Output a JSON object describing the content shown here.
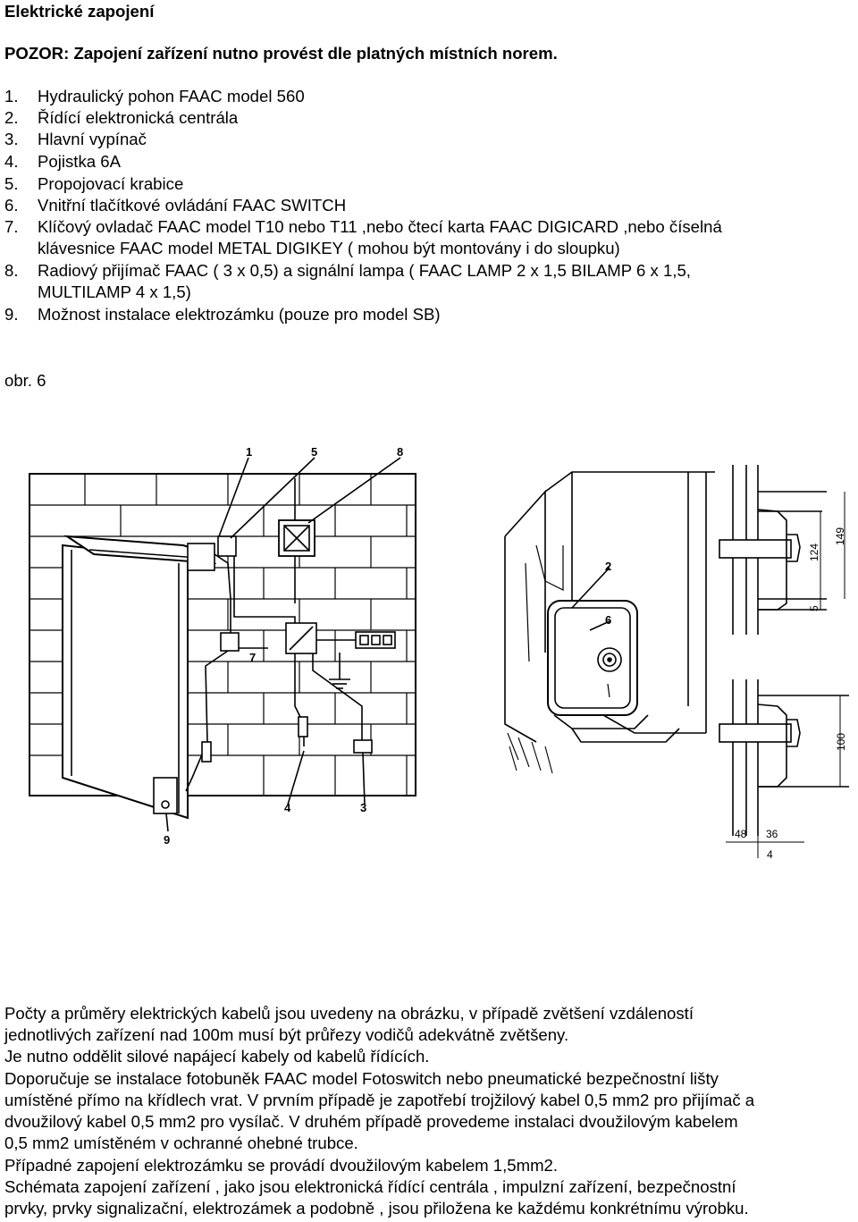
{
  "heading": "Elektrické zapojení",
  "warning": "POZOR: Zapojení zařízení nutno provést dle platných místních norem.",
  "items": [
    {
      "num": "1.",
      "text": "Hydraulický pohon FAAC model 560"
    },
    {
      "num": "2.",
      "text": "Řídící elektronická centrála"
    },
    {
      "num": "3.",
      "text": "Hlavní vypínač"
    },
    {
      "num": "4.",
      "text": "Pojistka 6A"
    },
    {
      "num": "5.",
      "text": "Propojovací krabice"
    },
    {
      "num": "6.",
      "text": "Vnitřní tlačítkové ovládání FAAC SWITCH"
    },
    {
      "num": "7.",
      "text": "Klíčový ovladač FAAC model T10 nebo T11 ,nebo čtecí karta FAAC DIGICARD ,nebo číselná",
      "text2": "klávesnice FAAC model METAL DIGIKEY ( mohou být montovány i do sloupku)"
    },
    {
      "num": "8.",
      "text": "Radiový přijímač FAAC ( 3 x 0,5) a signální lampa ( FAAC LAMP 2 x 1,5 BILAMP 6 x 1,5,",
      "text2": "MULTILAMP 4 x 1,5)"
    },
    {
      "num": "9.",
      "text": "Možnost instalace elektrozámku (pouze pro model SB)"
    }
  ],
  "figure_label": "obr. 6",
  "diagram_labels": {
    "l1": "1",
    "l5": "5",
    "l8": "8",
    "l2": "2",
    "l6": "6",
    "l7": "7",
    "l4": "4",
    "l3": "3",
    "l9": "9"
  },
  "dimensions": {
    "d149": "149",
    "d124": "124",
    "d5": "5",
    "d100": "100",
    "d48": "48",
    "d36": "36",
    "d4": "4"
  },
  "paragraphs": [
    "Počty a průměry elektrických kabelů jsou uvedeny na obrázku, v případě zvětšení vzdáleností",
    "jednotlivých zařízení nad 100m musí být průřezy vodičů adekvátně zvětšeny.",
    "Je nutno oddělit silové napájecí kabely od kabelů řídících.",
    "Doporučuje se instalace fotobuněk FAAC model Fotoswitch nebo pneumatické bezpečnostní lišty",
    "umístěné přímo na křídlech vrat. V prvním případě je zapotřebí trojžilový kabel 0,5 mm2 pro přijímač a",
    "dvoužilový kabel 0,5 mm2 pro vysílač. V druhém případě provedeme instalaci dvoužilovým  kabelem",
    "0,5 mm2 umístěném v ochranné ohebné trubce.",
    "Případné zapojení elektrozámku se provádí dvoužilovým kabelem 1,5mm2.",
    "Schémata zapojení zařízení , jako jsou elektronická řídící centrála , impulzní zařízení, bezpečnostní",
    "prvky, prvky signalizační, elektrozámek a podobně , jsou přiložena ke každému konkrétnímu výrobku."
  ]
}
